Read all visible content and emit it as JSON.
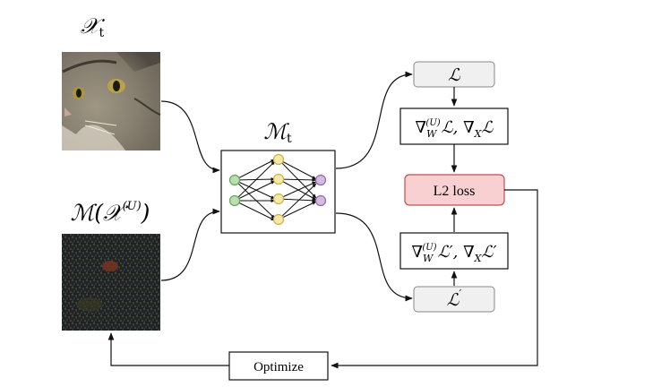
{
  "labels": {
    "input_top": "𝒳",
    "input_top_sub": "t",
    "model": "ℳ",
    "model_sub": "t",
    "input_bottom_open": "ℳ(",
    "input_bottom_x": "𝒳",
    "input_bottom_sup": "(U)",
    "input_bottom_close": ")"
  },
  "boxes": {
    "loss": "ℒ",
    "loss_prime": "ℒ",
    "grad_top": {
      "nabla1": "∇",
      "w_sub": "W",
      "u_sup": "(U)",
      "term": "ℒ, ∇",
      "x_sub": "X",
      "tail": "ℒ"
    },
    "grad_bottom": {
      "nabla1": "∇",
      "w_sub": "W",
      "u_sup": "(U)",
      "term": "ℒ′, ∇",
      "x_sub": "X",
      "tail": "ℒ′"
    },
    "l2": "L2 loss",
    "optimize": "Optimize"
  },
  "colors": {
    "l2_fill": "#f8d0d2",
    "l2_stroke": "#c0504d",
    "loss_fill": "#f0f0f0",
    "node_green": "#b9dfb0",
    "node_yellow": "#f7e9a8",
    "node_purple": "#d2bde0"
  },
  "images": {
    "cat": "cat-photo",
    "noise": "noise-image"
  }
}
